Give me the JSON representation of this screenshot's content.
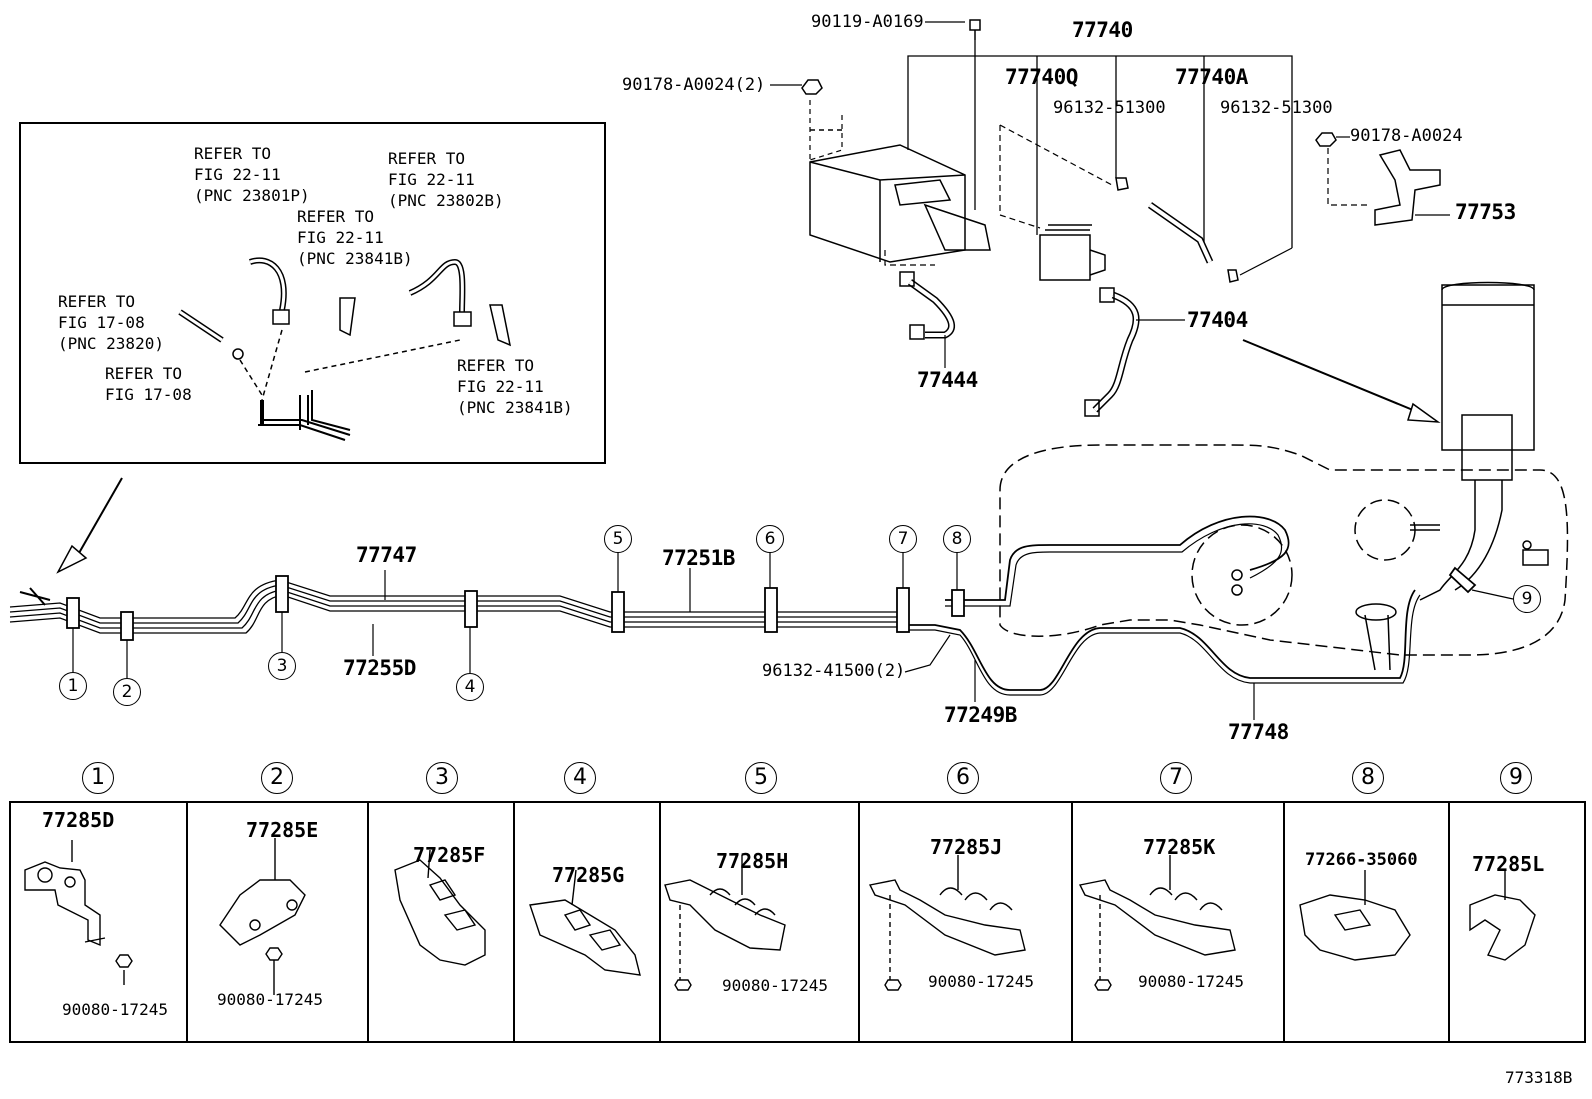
{
  "inset_refs": [
    {
      "id": "ref1",
      "text": "REFER TO\nFIG 22-11\n(PNC 23801P)"
    },
    {
      "id": "ref2",
      "text": "REFER TO\nFIG 22-11\n(PNC 23802B)"
    },
    {
      "id": "ref3",
      "text": "REFER TO\nFIG 22-11\n(PNC 23841B)"
    },
    {
      "id": "ref4",
      "text": "REFER TO\nFIG 17-08\n(PNC 23820)"
    },
    {
      "id": "ref5",
      "text": "REFER TO\nFIG 17-08"
    },
    {
      "id": "ref6",
      "text": "REFER TO\nFIG 22-11\n(PNC 23841B)"
    }
  ],
  "top_labels": {
    "bolt_top": "90119-A0169",
    "canister": "77740",
    "nut_left": "90178-A0024(2)",
    "canister_q": "77740Q",
    "canister_a": "77740A",
    "clamp1": "96132-51300",
    "clamp2": "96132-51300",
    "nut_right": "90178-A0024",
    "bracket": "77753",
    "hose_77404": "77404",
    "hose_77444": "77444"
  },
  "main_labels": {
    "tube_77747": "77747",
    "tube_77251b": "77251B",
    "tube_77255d": "77255D",
    "clamp_96132": "96132-41500(2)",
    "hose_77249b": "77249B",
    "tube_77748": "77748"
  },
  "callouts": [
    "1",
    "2",
    "3",
    "4",
    "5",
    "6",
    "7",
    "8",
    "9"
  ],
  "panels": [
    {
      "num": "1",
      "part": "77285D",
      "bolt": "90080-17245"
    },
    {
      "num": "2",
      "part": "77285E",
      "bolt": "90080-17245"
    },
    {
      "num": "3",
      "part": "77285F",
      "bolt": ""
    },
    {
      "num": "4",
      "part": "77285G",
      "bolt": ""
    },
    {
      "num": "5",
      "part": "77285H",
      "bolt": "90080-17245"
    },
    {
      "num": "6",
      "part": "77285J",
      "bolt": "90080-17245"
    },
    {
      "num": "7",
      "part": "77285K",
      "bolt": "90080-17245"
    },
    {
      "num": "8",
      "part": "77266-35060",
      "bolt": ""
    },
    {
      "num": "9",
      "part": "77285L",
      "bolt": ""
    }
  ],
  "figure_id": "773318B"
}
